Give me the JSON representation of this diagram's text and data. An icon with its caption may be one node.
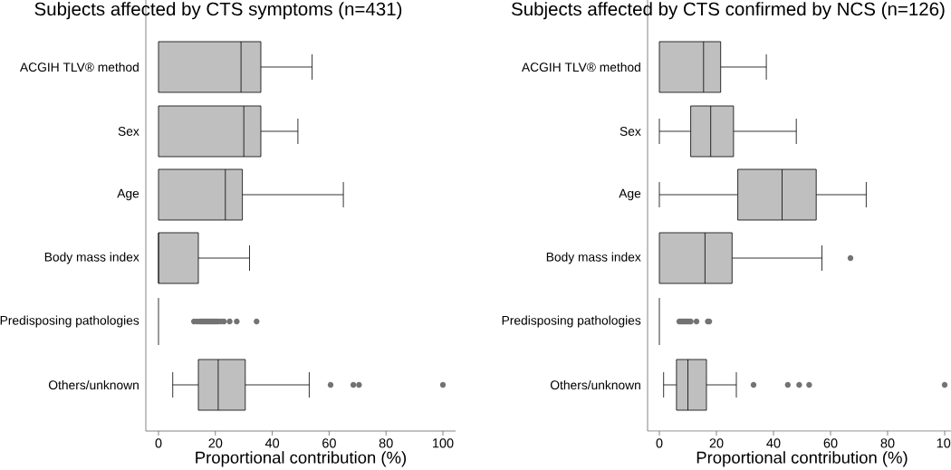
{
  "diagram": {
    "labels": [
      "Subjects affected by CTS symptoms (n=431)",
      "Subjects affected by CTS confirmed by NCS (n=126)",
      "ACGIH TLV® method",
      "Sex",
      "Age",
      "Body mass index",
      "Predisposing pathologies",
      "Others/unknown",
      "0",
      "20",
      "40",
      "60",
      "80",
      "100",
      "Proportional contribution (%)",
      "ACGIH TLV® method",
      "Sex",
      "Age",
      "Body mass index",
      "Predisposing pathologies",
      "Others/unknown",
      "0",
      "20",
      "40",
      "60",
      "80",
      "10",
      "Proportional contribution (%)"
    ]
  }
}
